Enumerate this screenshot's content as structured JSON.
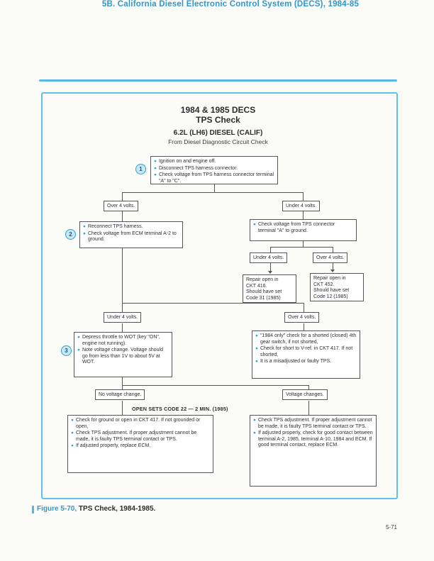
{
  "glyphs": {
    "bullet": "●"
  },
  "header": {
    "title": "5B.  California Diesel Electronic Control System (DECS), 1984-85"
  },
  "footer": {
    "figure_label": "Figure 5-70,",
    "figure_caption": " TPS Check, 1984-1985.",
    "page_number": "5-71"
  },
  "colors": {
    "accent_blue": "#2e97cc",
    "panel_border": "#60c2e8",
    "line_gray": "#55555a"
  },
  "flowchart": {
    "title_line1": "1984 & 1985 DECS",
    "title_line2": "TPS Check",
    "engine_line": "6.2L (LH6) DIESEL (CALIF)",
    "source_line": "From Diesel Diagnostic Circuit Check",
    "step1": {
      "num": "1",
      "bullets": [
        "Ignition on and engine off.",
        "Disconnect TPS harness connector.",
        "Check voltage from TPS harness connector terminal \"A\" to \"C\"."
      ]
    },
    "d_over4_a": "Over 4 volts.",
    "d_under4_a": "Under 4 volts.",
    "step2": {
      "num": "2",
      "bullets": [
        "Reconnect TPS harness.",
        "Check voltage from ECM terminal A-2 to ground."
      ]
    },
    "check_tps_connector": {
      "bullets": [
        "Check voltage from TPS connector terminal \"A\" to ground."
      ]
    },
    "d_under4_b": "Under 4 volts.",
    "d_over4_b": "Over 4 volts.",
    "repair_ckt416": {
      "lines": [
        "Repair open in",
        "CKT 416.",
        "Should have set",
        "Code 31 (1985)"
      ]
    },
    "repair_ckt452": {
      "lines": [
        "Repair open in",
        "CKT 452.",
        "Should have set",
        "Code 12 (1985)"
      ]
    },
    "d_under4_c": "Under 4 volts.",
    "d_over4_c": "Over 4 volts.",
    "step3": {
      "num": "3",
      "bullets": [
        "Depress throttle to WOT (key \"ON\", engine not running).",
        "Note voltage change. Voltage should go from less than 1V to about 5V at WOT."
      ]
    },
    "gear_check_1984": {
      "bullets": [
        "\"1984 only\" check for a shorted (closed) 4th gear switch, if not shorted,",
        "Check for short to V-ref. in CKT 417. If not shorted,",
        "It is a misadjusted or faulty TPS."
      ]
    },
    "d_no_voltage_change": "No voltage change.",
    "d_voltage_changes": "Voltage changes.",
    "open_sets_note": "OPEN SETS CODE 22 — 2 MIN. (1985)",
    "result_left": {
      "bullets": [
        "Check for ground or open in CKT 417. If not grounded or open,",
        "Check TPS adjustment. If proper adjustment cannot be made, it is faulty TPS terminal contact or TPS.",
        "If adjusted properly, replace ECM."
      ]
    },
    "result_right": {
      "bullets": [
        "Check TPS adjustment. If proper adjustment cannot be made, it is faulty TPS terminal contact or TPS.",
        "If adjusted properly, check for good contact between terminal A-2, 1985, terminal A-10, 1984 and ECM. If good terminal contact, replace ECM."
      ]
    }
  }
}
